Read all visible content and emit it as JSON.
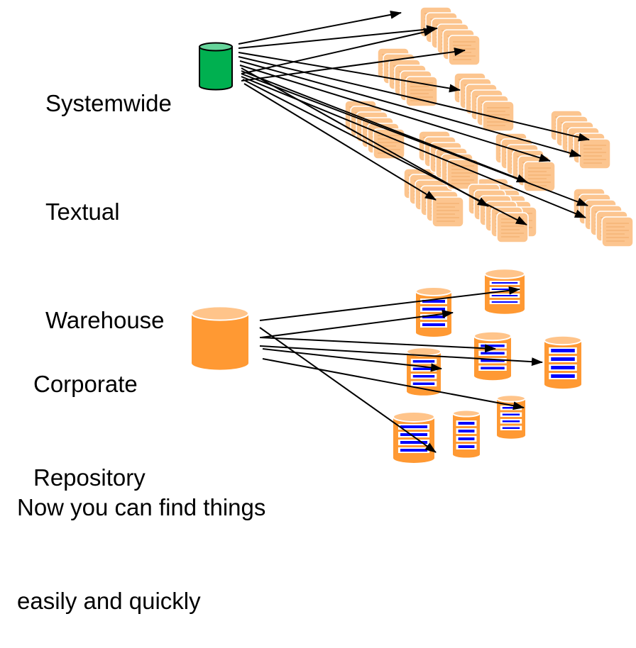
{
  "labels": {
    "warehouse_line1": "Systemwide",
    "warehouse_line2": "Textual",
    "warehouse_line3": "Warehouse",
    "repository_line1": "Corporate",
    "repository_line2": "Repository",
    "caption_line1": "Now you can find things",
    "caption_line2": "easily and quickly"
  },
  "colors": {
    "warehouse_fill": "#00b050",
    "warehouse_top": "#66d49a",
    "repository_fill": "#ff9933",
    "repository_top": "#ffc48a",
    "document_fill": "#fcc58f",
    "document_text": "#e89a50",
    "record_bar": "#0000ff",
    "arrow": "#000000"
  },
  "top_section": {
    "source": "Systemwide Textual Warehouse",
    "document_stacks": [
      {
        "id": "stack-1",
        "pages": 6
      },
      {
        "id": "stack-2",
        "pages": 6
      },
      {
        "id": "stack-3",
        "pages": 6
      },
      {
        "id": "stack-4",
        "pages": 6
      },
      {
        "id": "stack-5",
        "pages": 6
      },
      {
        "id": "stack-6",
        "pages": 6
      },
      {
        "id": "stack-7",
        "pages": 6
      },
      {
        "id": "stack-8",
        "pages": 6
      },
      {
        "id": "stack-9",
        "pages": 6
      },
      {
        "id": "stack-10",
        "pages": 6
      },
      {
        "id": "stack-11",
        "pages": 6
      }
    ],
    "arrow_count": 14
  },
  "bottom_section": {
    "source": "Corporate Repository",
    "databases": [
      {
        "id": "db-1",
        "records": 4
      },
      {
        "id": "db-2",
        "records": 4
      },
      {
        "id": "db-3",
        "records": 4
      },
      {
        "id": "db-4",
        "records": 4
      },
      {
        "id": "db-5",
        "records": 4
      },
      {
        "id": "db-6",
        "records": 4
      },
      {
        "id": "db-7",
        "records": 4
      },
      {
        "id": "db-8",
        "records": 4
      }
    ],
    "arrow_count": 7
  }
}
